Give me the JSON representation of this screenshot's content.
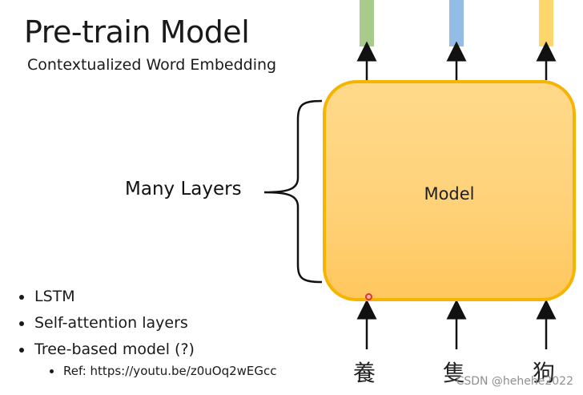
{
  "title": "Pre-train Model",
  "subtitle": "Contextualized Word Embedding",
  "layers_label": "Many Layers",
  "model_label": "Model",
  "embeddings": [
    {
      "color": "#a6cb8a"
    },
    {
      "color": "#93bde4"
    },
    {
      "color": "#ffd66b"
    }
  ],
  "bullets": [
    "LSTM",
    "Self-attention layers",
    "Tree-based model (?)"
  ],
  "ref": "Ref: https://youtu.be/z0uOq2wEGcc",
  "tokens": [
    "養",
    "隻",
    "狗"
  ],
  "watermark": "CSDN @hehehe2022",
  "colors": {
    "model_fill": "#ffd27a",
    "model_border": "#f6b400",
    "cursor_dot": "#e03030"
  }
}
